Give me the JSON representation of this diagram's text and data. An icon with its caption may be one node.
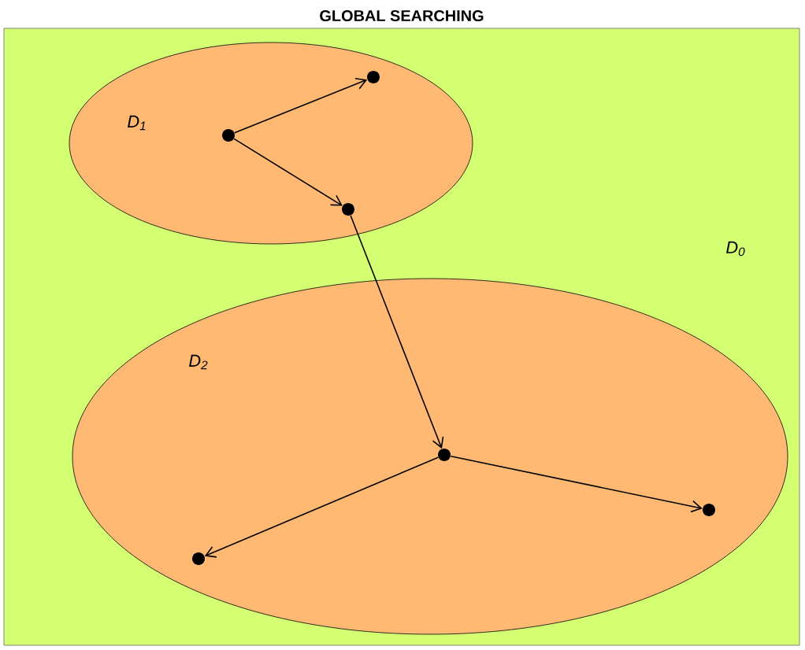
{
  "diagram": {
    "title": "GLOBAL SEARCHING",
    "nodes": [
      {
        "text": [
          "D$_{0}$"
        ]
      },
      {
        "text": [
          "D$_{1}$"
        ],
        "in": 0
      },
      {
        "text": [
          "D$_{2}$"
        ],
        "in": 0
      },
      {
        "text": [],
        "shape": "circle",
        "in": 1
      },
      {
        "text": [],
        "shape": "circle",
        "in": 1
      },
      {
        "text": [],
        "shape": "circle",
        "in": 1
      },
      {
        "text": [],
        "shape": "circle",
        "in": 2
      },
      {
        "text": [],
        "shape": "circle",
        "in": 2
      },
      {
        "text": [],
        "shape": "circle",
        "in": 2
      }
    ],
    "edges": [
      {
        "from": 3,
        "to": 4,
        "arrow": "to"
      },
      {
        "from": 3,
        "to": 5,
        "arrow": "to"
      },
      {
        "from": 5,
        "to": 6,
        "arrow": "to"
      },
      {
        "from": 6,
        "to": 8,
        "arrow": "to"
      },
      {
        "from": 6,
        "to": 7,
        "arrow": "to"
      }
    ]
  }
}
